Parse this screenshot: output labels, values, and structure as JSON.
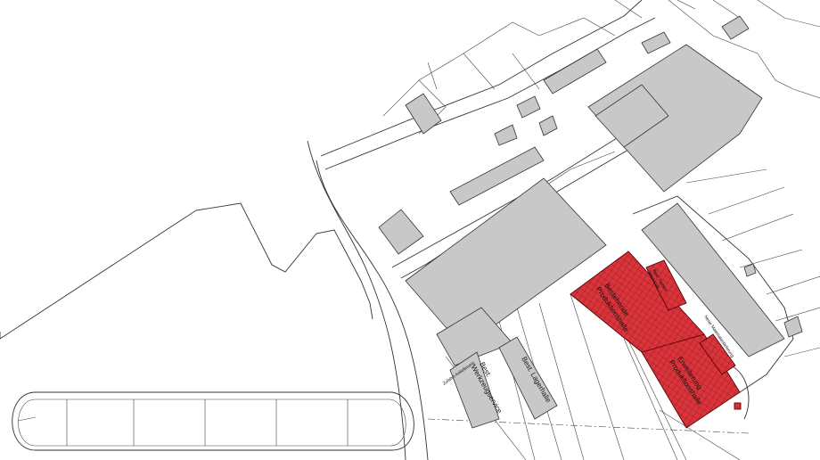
{
  "colors": {
    "background": "#ffffff",
    "existing_building": "#c8c8c8",
    "new_building": "#d9343b",
    "line": "#333333"
  },
  "labels": {
    "bestehende_produktionshalle": [
      "Bestehende",
      "Produktionshalle"
    ],
    "erweiterung_produktionshalle": [
      "Erweiterung",
      "Produktionshalle"
    ],
    "neue_materialanlieferung": "Neue Materialanlieferung",
    "best_werkzeugservice": [
      "Best.",
      "Werkzeugservice"
    ],
    "best_lagerhalle": "Best. Lagerhalle",
    "small_red_label": [
      "Best. Nebenr.",
      "Werkstatt"
    ],
    "small_path_label": "Zufahrt Anlieferung"
  }
}
